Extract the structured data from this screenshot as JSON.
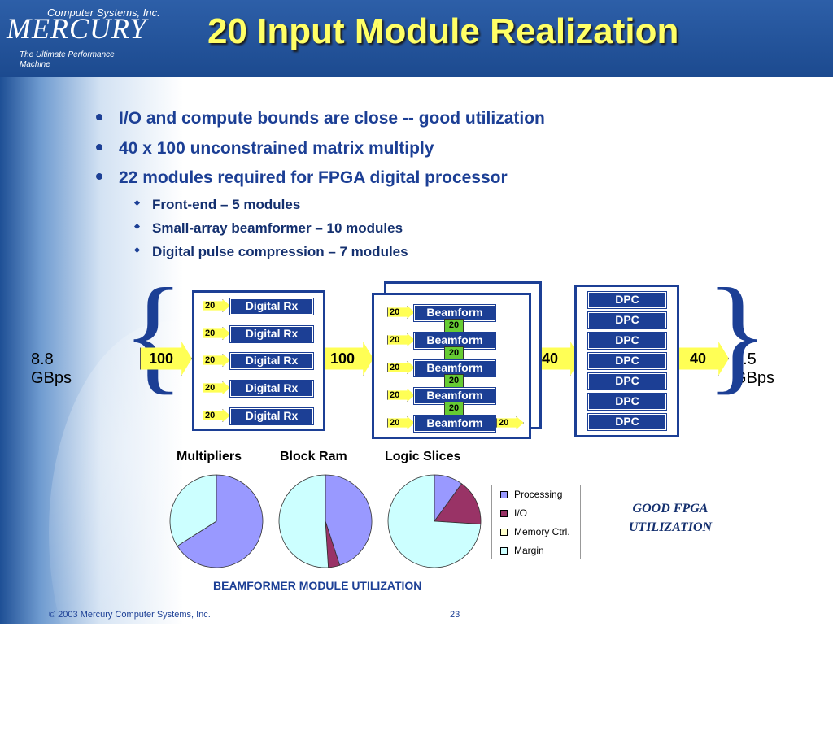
{
  "logo": {
    "company": "Computer Systems, Inc.",
    "name": "MERCURY",
    "tagline": "The Ultimate Performance Machine"
  },
  "title": "20 Input Module Realization",
  "bullets": [
    "I/O and compute bounds are close -- good utilization",
    "40 x 100 unconstrained matrix multiply",
    "22 modules required for FPGA digital processor"
  ],
  "subbullets": [
    "Front-end – 5 modules",
    "Small-array beamformer – 10 modules",
    "Digital pulse compression – 7 modules"
  ],
  "diagram": {
    "rate_in": "8.8 GBps",
    "rate_out": "6.5 GBps",
    "arrows": [
      "100",
      "100",
      "40",
      "40"
    ],
    "digital_rx": [
      "Digital Rx",
      "Digital Rx",
      "Digital Rx",
      "Digital Rx",
      "Digital Rx"
    ],
    "beamform": [
      "Beamform",
      "Beamform",
      "Beamform",
      "Beamform",
      "Beamform"
    ],
    "dpc": [
      "DPC",
      "DPC",
      "DPC",
      "DPC",
      "DPC",
      "DPC",
      "DPC"
    ],
    "link_label": "20"
  },
  "chart_data": {
    "type": "pie",
    "charts": [
      {
        "title": "Multipliers",
        "slices": [
          {
            "label": "Processing",
            "value": 66
          },
          {
            "label": "Margin",
            "value": 34
          }
        ]
      },
      {
        "title": "Block Ram",
        "slices": [
          {
            "label": "Processing",
            "value": 45
          },
          {
            "label": "I/O",
            "value": 4
          },
          {
            "label": "Margin",
            "value": 51
          }
        ]
      },
      {
        "title": "Logic Slices",
        "slices": [
          {
            "label": "Processing",
            "value": 10
          },
          {
            "label": "I/O",
            "value": 16
          },
          {
            "label": "Margin",
            "value": 74
          }
        ]
      }
    ],
    "legend": [
      "Processing",
      "I/O",
      "Memory Ctrl.",
      "Margin"
    ],
    "colors": {
      "Processing": "#9999ff",
      "I/O": "#993366",
      "Memory Ctrl.": "#ffffcc",
      "Margin": "#ccffff"
    },
    "caption": "BEAMFORMER MODULE UTILIZATION"
  },
  "note": "GOOD FPGA UTILIZATION",
  "footer": {
    "copyright": "© 2003 Mercury Computer Systems, Inc.",
    "page": "23"
  }
}
